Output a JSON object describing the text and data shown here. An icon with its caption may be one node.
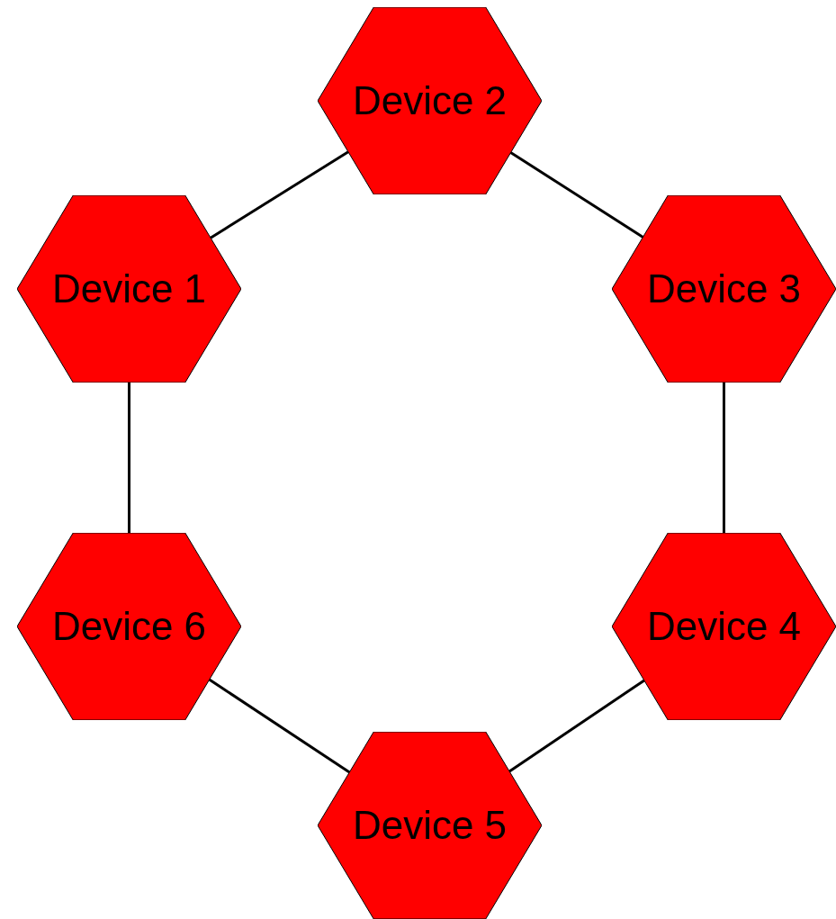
{
  "diagram": {
    "nodes": [
      {
        "text": [
          "Device 2"
        ]
      },
      {
        "text": [
          "Device 1"
        ]
      },
      {
        "text": [
          "Device 3"
        ]
      },
      {
        "text": [
          "Device 6"
        ]
      },
      {
        "text": [
          "Device 4"
        ]
      },
      {
        "text": [
          "Device 5"
        ]
      }
    ],
    "edges": [
      {
        "from": 1,
        "to": 0,
        "arrow": "none"
      },
      {
        "from": 0,
        "to": 2,
        "arrow": "none"
      },
      {
        "from": 2,
        "to": 4,
        "arrow": "none"
      },
      {
        "from": 4,
        "to": 5,
        "arrow": "none"
      },
      {
        "from": 5,
        "to": 3,
        "arrow": "none"
      },
      {
        "from": 3,
        "to": 1,
        "arrow": "none"
      }
    ]
  }
}
